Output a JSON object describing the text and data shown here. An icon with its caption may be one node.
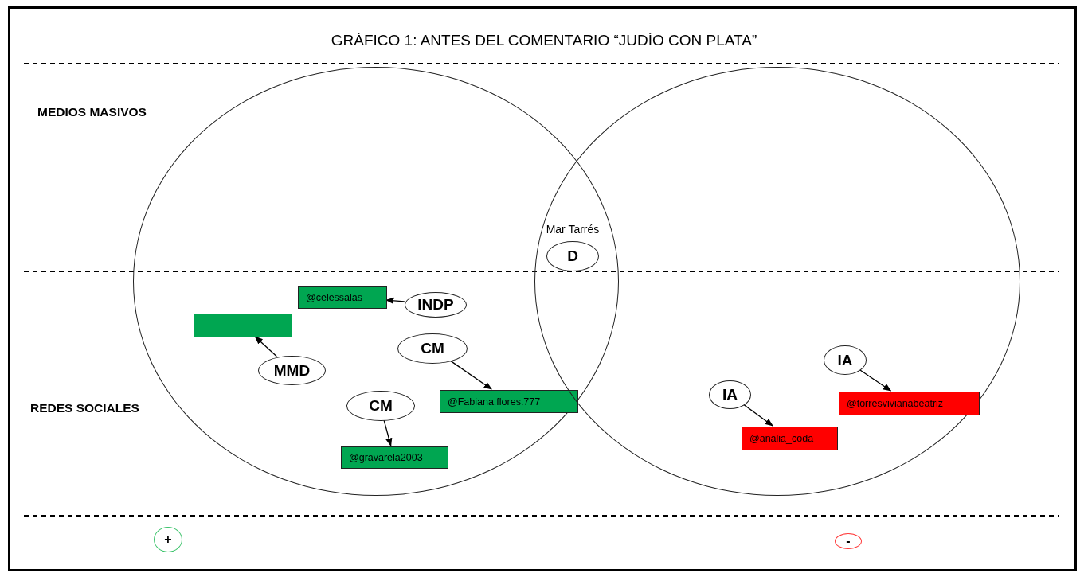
{
  "diagram": {
    "title": "GRÁFICO 1: ANTES DEL COMENTARIO “JUDÍO CON PLATA”",
    "nodes": [
      {
        "text": [],
        "shape": "circle"
      },
      {
        "text": [],
        "shape": "circle"
      },
      {
        "text": [
          "D"
        ],
        "beside": [
          "Mar Tarrés"
        ]
      },
      {
        "text": [
          "@celessalas"
        ],
        "in": 0
      },
      {
        "text": [
          "INDP"
        ],
        "in": 0
      },
      {
        "text": [],
        "shape": "box",
        "in": 0
      },
      {
        "text": [
          "CM"
        ],
        "in": 0
      },
      {
        "text": [
          "IA"
        ],
        "in": 1
      },
      {
        "text": [
          "MMD"
        ],
        "in": 0
      },
      {
        "text": [
          "IA"
        ],
        "in": 1
      },
      {
        "text": [
          "@Fabiana.flores.777"
        ],
        "in": 0
      },
      {
        "text": [
          "CM"
        ],
        "in": 0
      },
      {
        "text": [
          "@torresvivianabeatriz"
        ],
        "in": 1
      },
      {
        "text": [
          "@analia_coda"
        ],
        "in": 1
      },
      {
        "text": [
          "@gravarela2003"
        ],
        "in": 0
      },
      {
        "text": [
          "+"
        ]
      },
      {
        "text": [
          "-"
        ]
      }
    ],
    "edges": [
      {
        "from": 4,
        "to": 3,
        "arrow": "to"
      },
      {
        "from": 8,
        "to": 5,
        "arrow": "to"
      },
      {
        "from": 6,
        "to": 10,
        "arrow": "to"
      },
      {
        "from": 11,
        "to": 14,
        "arrow": "to"
      },
      {
        "from": 7,
        "to": 12,
        "arrow": "to"
      },
      {
        "from": 9,
        "to": 13,
        "arrow": "to"
      }
    ],
    "labels": [
      "MEDIOS MASIVOS",
      "REDES SOCIALES"
    ]
  }
}
